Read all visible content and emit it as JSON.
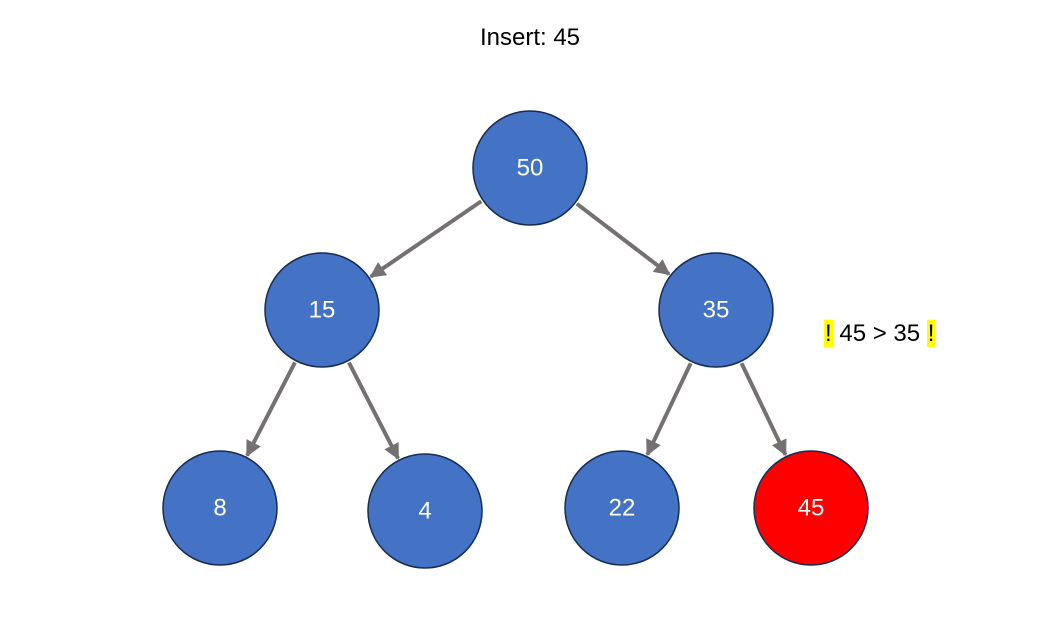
{
  "title": "Insert: 45",
  "annotation": {
    "mark_left": "!",
    "text": "45 > 35",
    "mark_right": "!",
    "highlight_color": "#ffff00"
  },
  "colors": {
    "node_fill": "#4472c4",
    "node_stroke": "#172c51",
    "inserted_fill": "#ff0000",
    "edge": "#767171",
    "label": "#ffffff"
  },
  "tree": {
    "nodes": [
      {
        "id": "n50",
        "label": "50",
        "state": "normal"
      },
      {
        "id": "n15",
        "label": "15",
        "state": "normal"
      },
      {
        "id": "n35",
        "label": "35",
        "state": "normal"
      },
      {
        "id": "n8",
        "label": "8",
        "state": "normal"
      },
      {
        "id": "n4",
        "label": "4",
        "state": "normal"
      },
      {
        "id": "n22",
        "label": "22",
        "state": "normal"
      },
      {
        "id": "n45",
        "label": "45",
        "state": "inserted"
      }
    ],
    "edges": [
      {
        "from": "n50",
        "to": "n15"
      },
      {
        "from": "n50",
        "to": "n35"
      },
      {
        "from": "n15",
        "to": "n8"
      },
      {
        "from": "n15",
        "to": "n4"
      },
      {
        "from": "n35",
        "to": "n22"
      },
      {
        "from": "n35",
        "to": "n45"
      }
    ]
  }
}
